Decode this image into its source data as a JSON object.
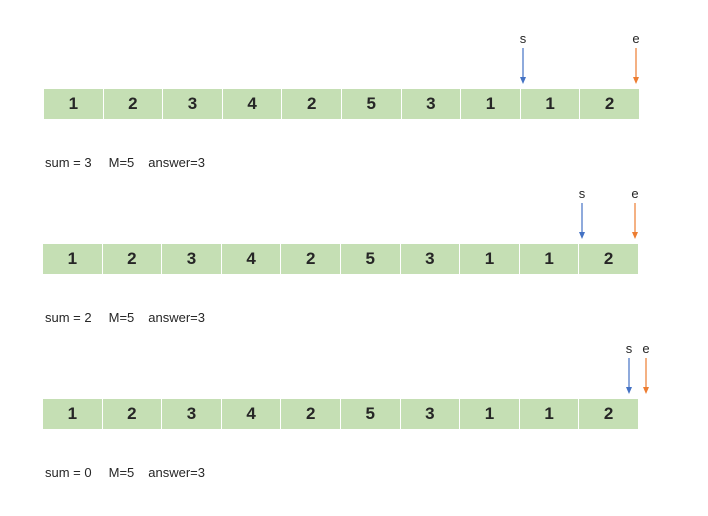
{
  "colors": {
    "cell_fill": "#c5dfb4",
    "start_pointer": "#4472c4",
    "end_pointer": "#ed7d31",
    "text": "#262626"
  },
  "steps": [
    {
      "array": [
        "1",
        "2",
        "3",
        "4",
        "2",
        "5",
        "3",
        "1",
        "1",
        "2"
      ],
      "start_label": "s",
      "end_label": "e",
      "sum_text": "sum = 3",
      "m_text": "M=5",
      "answer_text": "answer=3"
    },
    {
      "array": [
        "1",
        "2",
        "3",
        "4",
        "2",
        "5",
        "3",
        "1",
        "1",
        "2"
      ],
      "start_label": "s",
      "end_label": "e",
      "sum_text": "sum = 2",
      "m_text": "M=5",
      "answer_text": "answer=3"
    },
    {
      "array": [
        "1",
        "2",
        "3",
        "4",
        "2",
        "5",
        "3",
        "1",
        "1",
        "2"
      ],
      "start_label": "s",
      "end_label": "e",
      "sum_text": "sum = 0",
      "m_text": "M=5",
      "answer_text": "answer=3"
    }
  ]
}
